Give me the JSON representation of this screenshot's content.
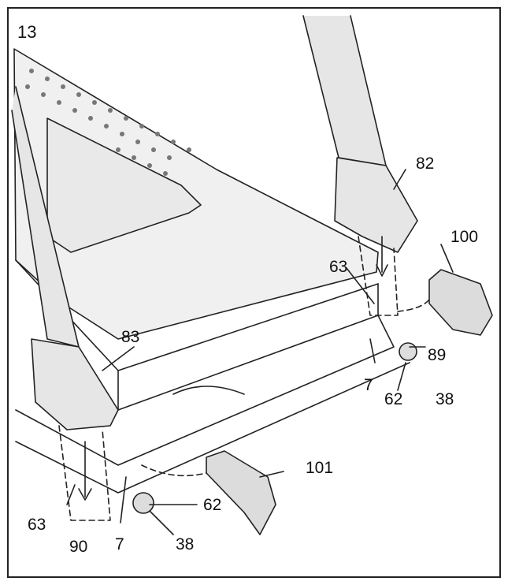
{
  "step_number": "13",
  "callouts": {
    "p82": "82",
    "p100": "100",
    "p63_right": "63",
    "p89": "89",
    "p7_right": "7",
    "p62_right": "62",
    "p38_right": "38",
    "p83": "83",
    "p101": "101",
    "p62_left": "62",
    "p63_left": "63",
    "p90": "90",
    "p7_left": "7",
    "p38_left": "38"
  },
  "colors": {
    "line": "#222222",
    "fill_upright": "#e6e6e6",
    "fill_deck": "#f0f0f0",
    "fill_foot": "#dcdcdc"
  }
}
